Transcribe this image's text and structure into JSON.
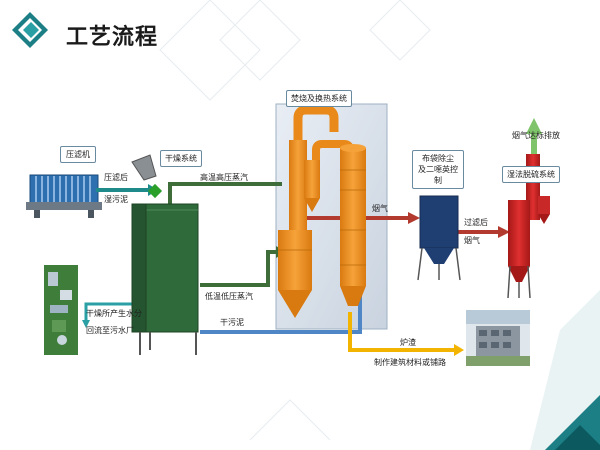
{
  "slide": {
    "title": "工艺流程"
  },
  "labels": {
    "filter_press": "压滤机",
    "after_filter_1": "压滤后",
    "after_filter_2": "湿污泥",
    "drying_system": "干燥系统",
    "high_temp_steam": "高温高压蒸汽",
    "combustion_system": "焚烧及换热系统",
    "flue_gas_1": "烟气",
    "baghouse_1": "布袋除尘",
    "baghouse_2": "及二噁英控制",
    "after_filter_gas_1": "过滤后",
    "after_filter_gas_2": "烟气",
    "wet_desulf": "湿法脱硫系统",
    "emission": "烟气达标排放",
    "low_temp_steam": "低温低压蒸汽",
    "dry_sludge": "干污泥",
    "condensate_1": "干燥所产生水分",
    "condensate_2": "回流至污水厂",
    "slag": "炉渣",
    "building_material": "制作建筑材料或铺路"
  },
  "colors": {
    "teal": "#1f8a8a",
    "orange": "#f0911e",
    "olive": "#556b2f",
    "red": "#b23a2f",
    "blue": "#4f86c6",
    "yellow": "#f2b400",
    "green": "#7fc46a"
  }
}
